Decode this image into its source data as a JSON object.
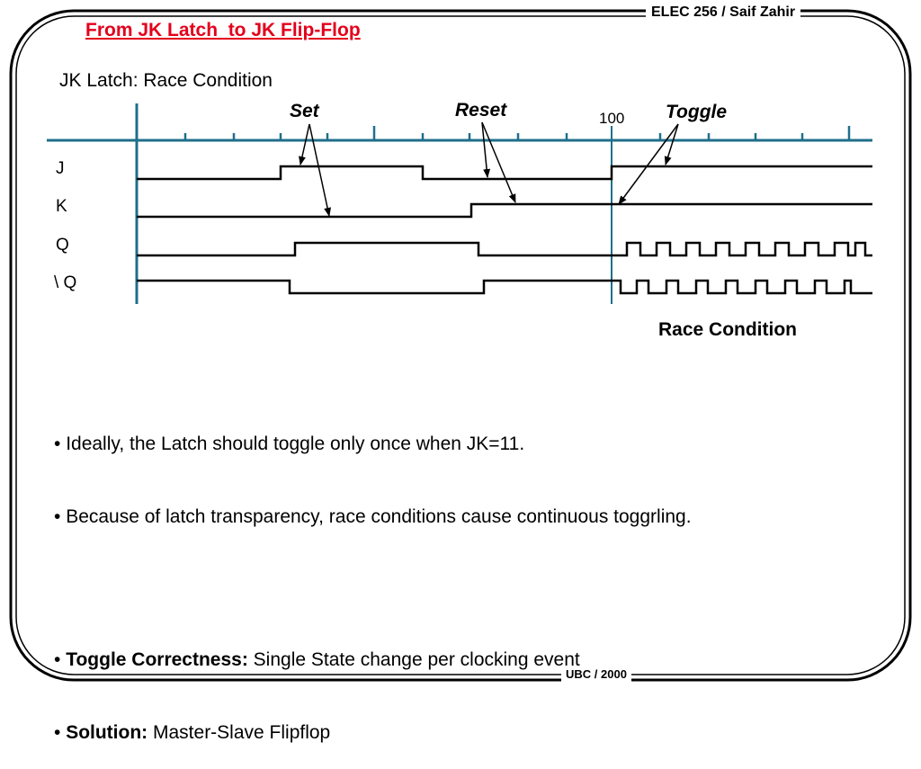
{
  "slide": {
    "header_tag": "ELEC 256 / Saif Zahir",
    "footer_tag": "UBC / 2000",
    "title": "From JK Latch  to JK Flip-Flop",
    "subtitle": "JK Latch: Race Condition"
  },
  "diagram": {
    "annotations": {
      "set": "Set",
      "reset": "Reset",
      "toggle": "Toggle",
      "time_marker": "100",
      "race_condition": "Race Condition"
    },
    "signals": [
      "J",
      "K",
      "Q",
      "\\ Q"
    ]
  },
  "bullets": [
    {
      "prefix": "• ",
      "bold": "",
      "text": "Ideally, the Latch should toggle only once when JK=11."
    },
    {
      "prefix": "• ",
      "bold": "",
      "text": "Because of latch transparency, race conditions cause continuous toggrling."
    },
    {
      "prefix": "• ",
      "bold": "Toggle Correctness:",
      "text": " Single State change per clocking event"
    },
    {
      "prefix": "• ",
      "bold": "Solution:",
      "text": " Master-Slave Flipflop"
    }
  ],
  "colors": {
    "title": "#e3001b",
    "axis": "#1f6f8b",
    "waveform": "#000000"
  }
}
